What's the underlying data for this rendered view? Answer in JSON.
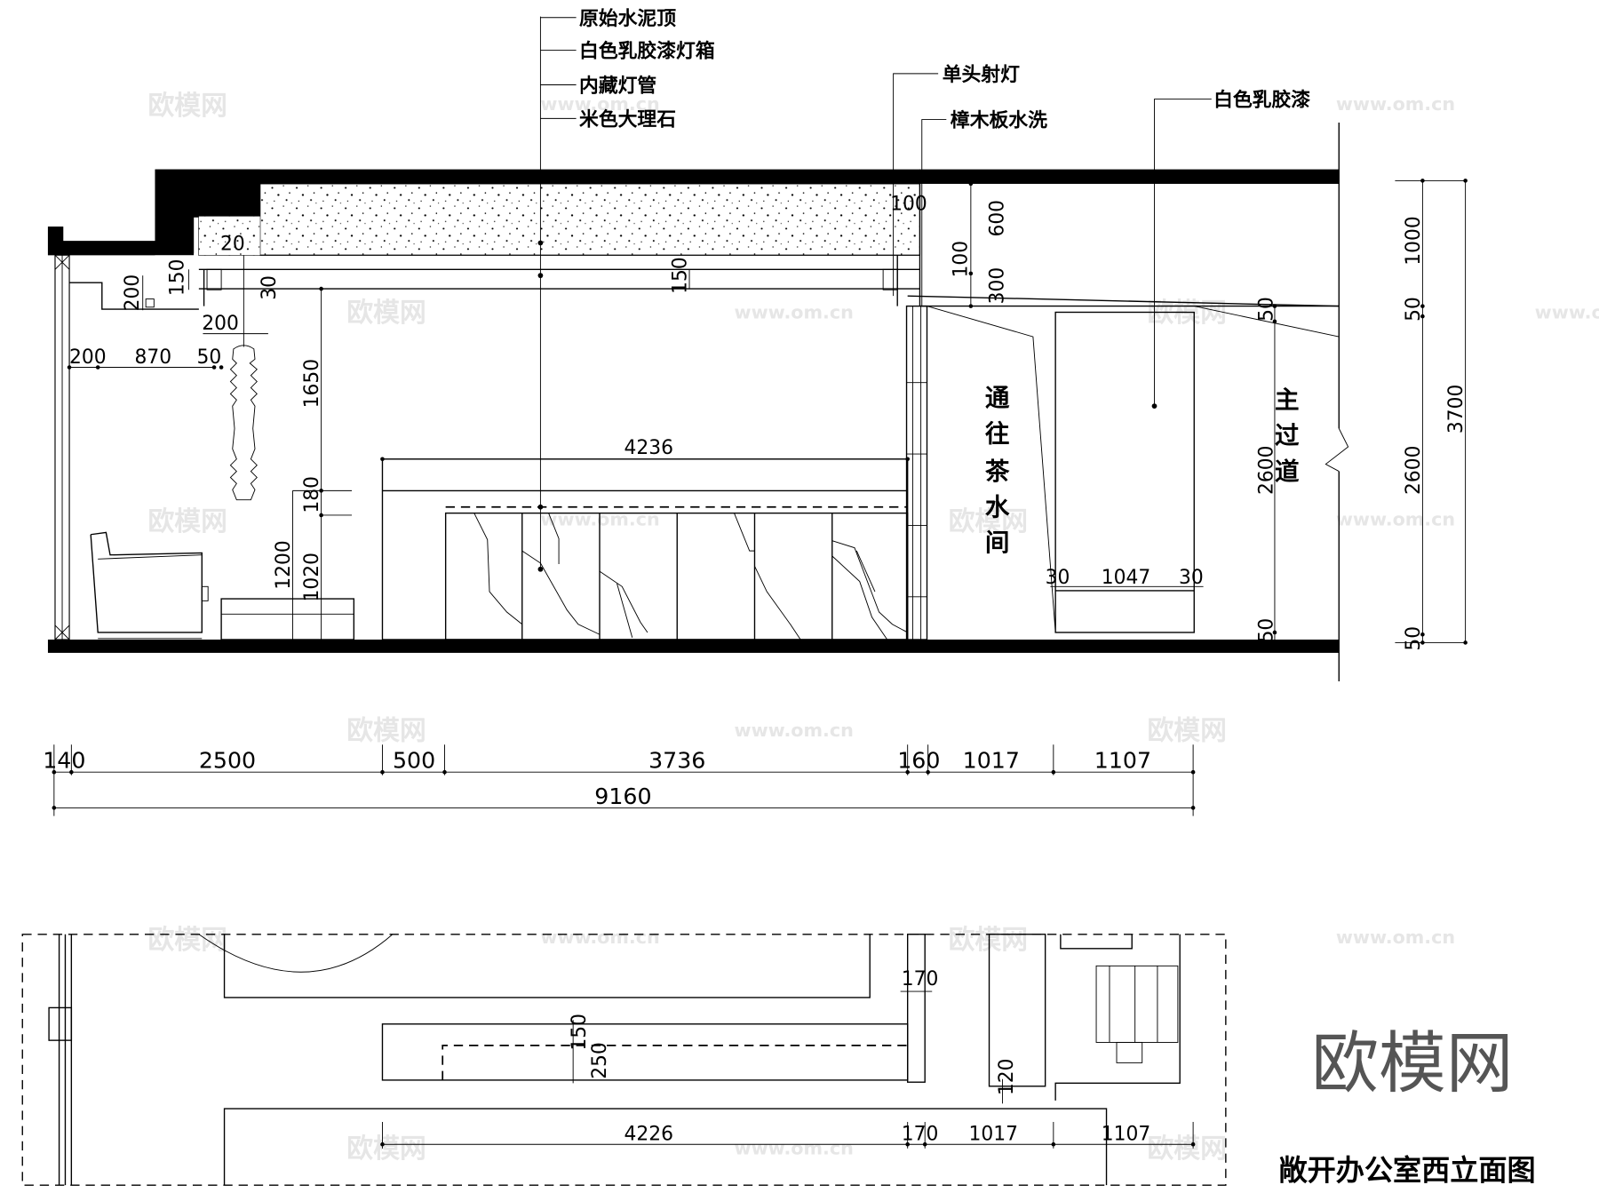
{
  "drawing": {
    "title": "敞开办公室西立面图",
    "watermark_logo": "欧模网",
    "watermark_url": "www.om.cn",
    "callouts_left": [
      "原始水泥顶",
      "白色乳胶漆灯箱",
      "内藏灯管",
      "米色大理石"
    ],
    "callouts_mid": [
      "单头射灯",
      "樟木板水洗"
    ],
    "callout_right": "白色乳胶漆",
    "room_labels": {
      "tea_room": [
        "通",
        "往",
        "茶",
        "水",
        "间"
      ],
      "main_aisle": [
        "主",
        "过",
        "道"
      ]
    },
    "elevation_dims": {
      "ceiling_20": "20",
      "ceiling_100": "100",
      "d150_left": "150",
      "d200_left": "200",
      "d30": "30",
      "d150_mid": "150",
      "d200_lamp": "200",
      "d200_a": "200",
      "d870": "870",
      "d50_a": "50",
      "d1650": "1650",
      "d180": "180",
      "d1200": "1200",
      "d1020": "1020",
      "d4236": "4236",
      "d600": "600",
      "d100_r": "100",
      "d300": "300",
      "d50_r": "50",
      "d2600_r": "2600",
      "d30_l": "30",
      "d1047": "1047",
      "d30_r": "30",
      "d50_bot": "50"
    },
    "right_dims": {
      "d1000": "1000",
      "d50_top": "50",
      "d2600": "2600",
      "d50_bot": "50",
      "d3700": "3700"
    },
    "bottom_chain": [
      "140",
      "2500",
      "500",
      "3736",
      "160",
      "1017",
      "1107"
    ],
    "bottom_total": "9160",
    "plan_dims": {
      "d170_top": "170",
      "d150": "150",
      "d250": "250",
      "d120": "120",
      "d4226": "4226",
      "d170_bot": "170",
      "d1017": "1017",
      "d1107": "1107"
    }
  }
}
